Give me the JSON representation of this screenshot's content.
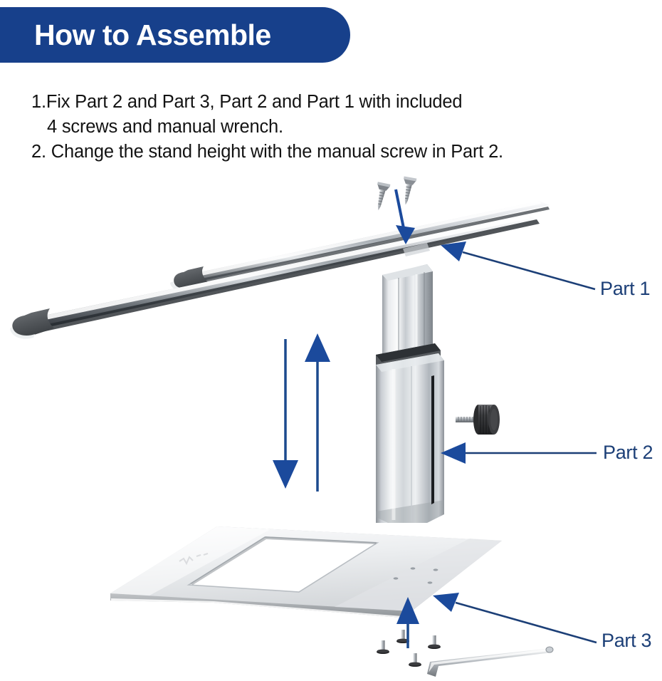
{
  "header": {
    "title": "How to Assemble",
    "banner_color": "#17408b",
    "text_color": "#ffffff"
  },
  "instructions": [
    {
      "id": "step-1-line-1",
      "text": "1.Fix Part 2 and Part 3, Part 2 and Part 1 with included",
      "indent": false
    },
    {
      "id": "step-1-line-2",
      "text": "4 screws and manual wrench.",
      "indent": true
    },
    {
      "id": "step-2-line-1",
      "text": "2. Change the stand height with the manual screw in Part 2.",
      "indent": false
    }
  ],
  "diagram": {
    "accent_color": "#1c3f77",
    "arrow_fill": "#1b4a9c",
    "metal_light": "#f2f3f5",
    "metal_mid": "#b9bdc2",
    "metal_dark": "#6e7379",
    "rubber_dark": "#5a5e62",
    "knob_color": "#3a3a3c",
    "labels": [
      {
        "id": "part-1",
        "text": "Part 1"
      },
      {
        "id": "part-2",
        "text": "Part 2"
      },
      {
        "id": "part-3",
        "text": "Part 3"
      }
    ],
    "components": [
      {
        "id": "top-rail-assembly",
        "name": "laptop support rails",
        "part": "Part 1"
      },
      {
        "id": "telescoping-column",
        "name": "height adjustable column",
        "part": "Part 2"
      },
      {
        "id": "base-plate",
        "name": "square base plate",
        "part": "Part 3"
      },
      {
        "id": "top-screws",
        "name": "screws for rail",
        "count": 2
      },
      {
        "id": "bottom-screws",
        "name": "screws for base",
        "count": 4
      },
      {
        "id": "hex-wrench",
        "name": "manual allen wrench",
        "count": 1
      },
      {
        "id": "thumb-knob",
        "name": "manual height screw knob",
        "count": 1
      }
    ],
    "height_arrows": [
      {
        "id": "arrow-down",
        "direction": "down"
      },
      {
        "id": "arrow-up",
        "direction": "up"
      }
    ]
  }
}
